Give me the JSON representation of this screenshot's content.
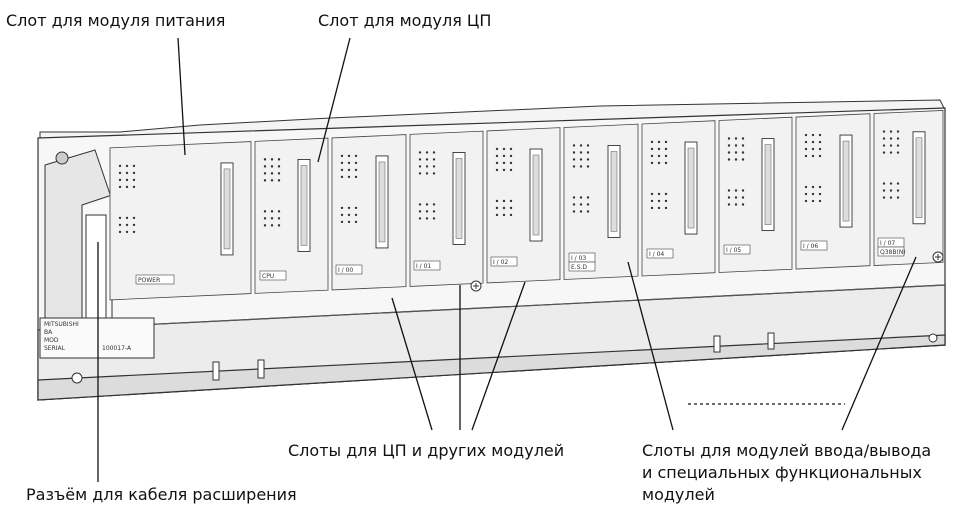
{
  "callouts": {
    "power_slot": "Слот для модуля питания",
    "cpu_slot": "Слот для модуля ЦП",
    "cpu_other_slots": "Слоты для ЦП и других модулей",
    "io_slots_line1": "Слоты для модулей ввода/вывода",
    "io_slots_line2": "и специальных функциональных",
    "io_slots_line3": "модулей",
    "ext_connector": "Разъём для кабеля расширения"
  },
  "slot_labels": [
    "POWER",
    "CPU",
    "I / 00",
    "I / 01",
    "I / 02",
    "I / 03",
    "E.S.D",
    "I / 04",
    "I / 05",
    "I / 06",
    "I / 07",
    "Q38B(N)"
  ],
  "nameplate": [
    "MITSUBISHI",
    "BA",
    "MOD",
    "SERIAL",
    "100017-A"
  ]
}
